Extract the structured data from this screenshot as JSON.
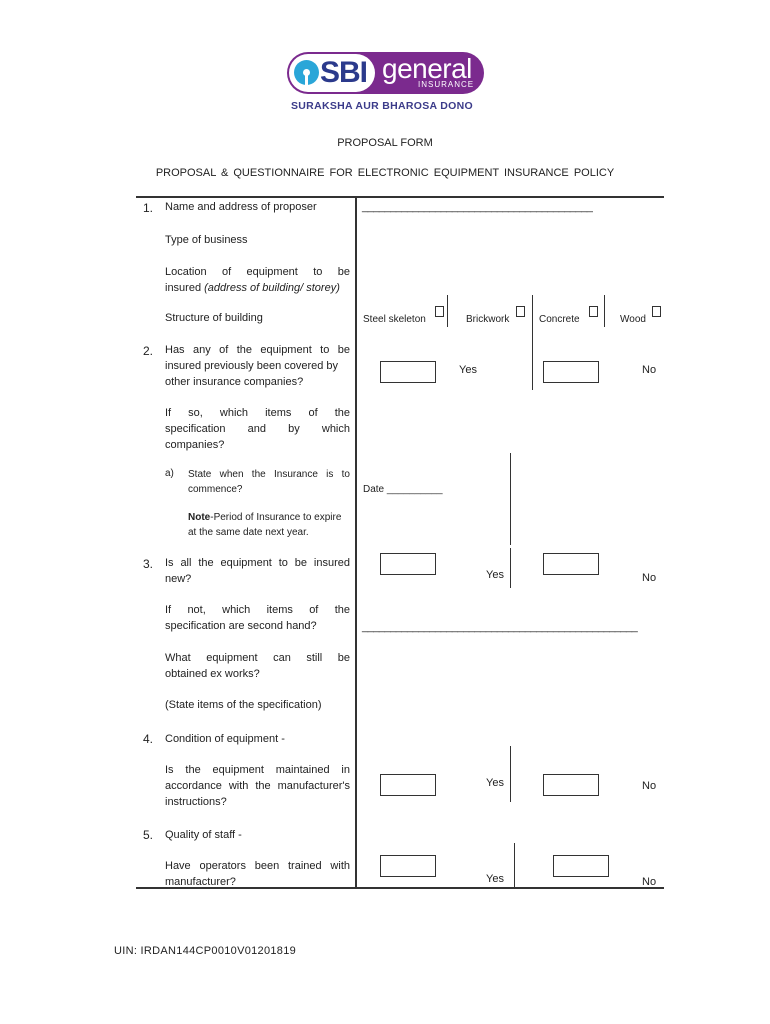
{
  "logo": {
    "brand": "SBI",
    "general": "general",
    "insurance": "INSURANCE",
    "tagline": "SURAKSHA AUR BHAROSA DONO"
  },
  "form": {
    "title": "PROPOSAL FORM",
    "subtitle": "PROPOSAL & QUESTIONNAIRE FOR ELECTRONIC EQUIPMENT INSURANCE POLICY"
  },
  "q1": {
    "num": "1.",
    "name_address": "Name and address of proposer",
    "name_line": "_________________________________________",
    "type_of_business": "Type of business",
    "location_line1": "Location of equipment to be",
    "location_line2_a": "insured ",
    "location_line2_b": "(address of building/ storey)",
    "structure": "Structure of building",
    "options": [
      "Steel skeleton",
      "Brickwork",
      "Concrete",
      "Wood"
    ]
  },
  "q2": {
    "num": "2.",
    "line1": "Has any of the equipment to be",
    "line2": "insured previously been covered by",
    "line3": "other insurance companies?",
    "yes": "Yes",
    "no": "No",
    "ifso1": "If so, which items of the",
    "ifso2": "specification and by which",
    "ifso3": "companies?",
    "a_label": "a)",
    "a_line1": "State when the Insurance is to",
    "a_line2": "commence?",
    "date": "Date __________",
    "note_bold": "Note",
    "note_rest": "-Period of Insurance to expire",
    "note_line2": "at the same date next year."
  },
  "q3": {
    "num": "3.",
    "line1": "Is all the equipment to be insured",
    "line2": "new?",
    "yes": "Yes",
    "no": "No",
    "ifnot1": "If not, which items of the",
    "ifnot2": "specification are second hand?",
    "answer_line": "_________________________________________________",
    "what1": "What equipment can still be",
    "what2": "obtained ex works?",
    "state": "(State items of the specification)"
  },
  "q4": {
    "num": "4.",
    "heading": "Condition of equipment -",
    "line1": "Is the equipment maintained in",
    "line2": "accordance with the manufacturer's",
    "line3": "instructions?",
    "yes": "Yes",
    "no": "No"
  },
  "q5": {
    "num": "5.",
    "heading": "Quality of staff -",
    "line1": "Have operators been trained with",
    "line2": "manufacturer?",
    "yes": "Yes",
    "no": "No"
  },
  "footer": {
    "uin": "UIN: IRDAN144CP0010V01201819"
  }
}
